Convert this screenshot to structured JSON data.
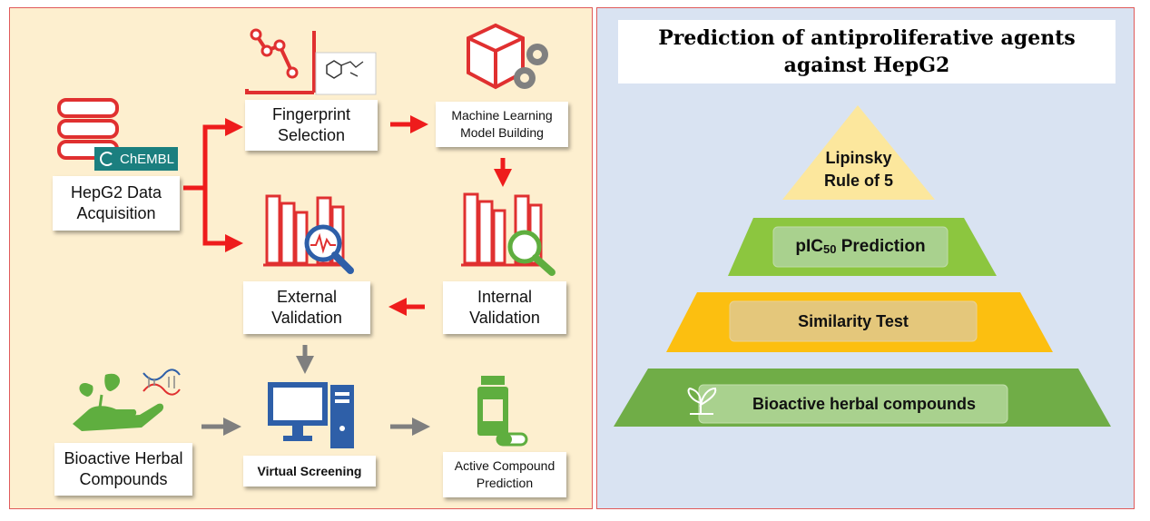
{
  "left_panel": {
    "data_acquisition": "HepG2 Data\nAcquisition",
    "chembl_logo": "ChEMBL",
    "fingerprint": "Fingerprint\nSelection",
    "ml_model": "Machine Learning\nModel Building",
    "external_validation": "External\nValidation",
    "internal_validation": "Internal\nValidation",
    "herbal": "Bioactive Herbal\nCompounds",
    "virtual_screening": "Virtual Screening",
    "active_prediction": "Active Compound\nPrediction"
  },
  "right_panel": {
    "title": "Prediction of antiproliferative agents\nagainst HepG2",
    "tiers": [
      {
        "label": "Lipinsky\nRule of 5",
        "color": "#fce79d"
      },
      {
        "label_main": "pIC",
        "label_sub": "50",
        "label_end": " Prediction",
        "color": "#8cc63f"
      },
      {
        "label": "Similarity Test",
        "color": "#fcbf10"
      },
      {
        "label": "Bioactive herbal compounds",
        "color": "#70ad47"
      }
    ]
  },
  "colors": {
    "red_arrow": "#ee1c1c",
    "gray_arrow": "#7f7f7f",
    "icon_red": "#e03030",
    "icon_blue": "#2e5fa8",
    "icon_green": "#5fae3f"
  }
}
